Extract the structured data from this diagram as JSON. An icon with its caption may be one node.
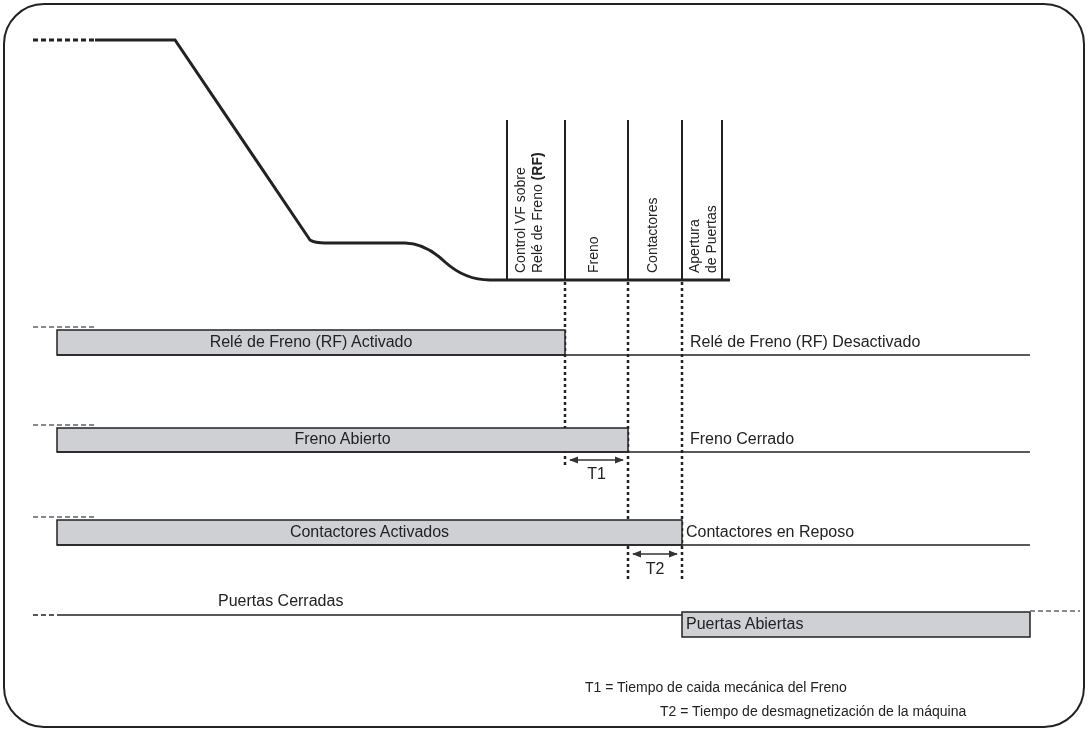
{
  "diagram": {
    "labels": [
      "Control VF sobre Relé de Freno **(RF)**",
      "Freno",
      "Contactores",
      "Apertura de Puertas",
      "Relé de Freno (RF) Activado",
      "Relé de Freno (RF) Desactivado",
      "Freno Abierto",
      "Freno Cerrado",
      "T1",
      "Contactores Activados",
      "Contactores en Reposo",
      "T2",
      "Puertas Cerradas",
      "Puertas Abiertas",
      "T1 = Tiempo de caida mecánica del Freno",
      "T2 = Tiempo de desmagnetización de la máquina"
    ]
  }
}
